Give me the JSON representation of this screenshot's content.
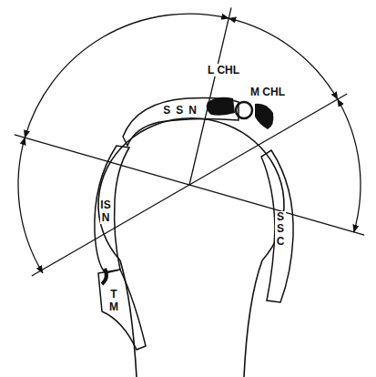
{
  "diagram": {
    "nodes": [
      {
        "text": [
          "SSN"
        ]
      },
      {
        "text": [
          "ISN"
        ]
      },
      {
        "text": [
          "SSC"
        ]
      },
      {
        "text": [
          "TM"
        ]
      }
    ],
    "labels": [
      "L CHL",
      "M CHL"
    ]
  }
}
